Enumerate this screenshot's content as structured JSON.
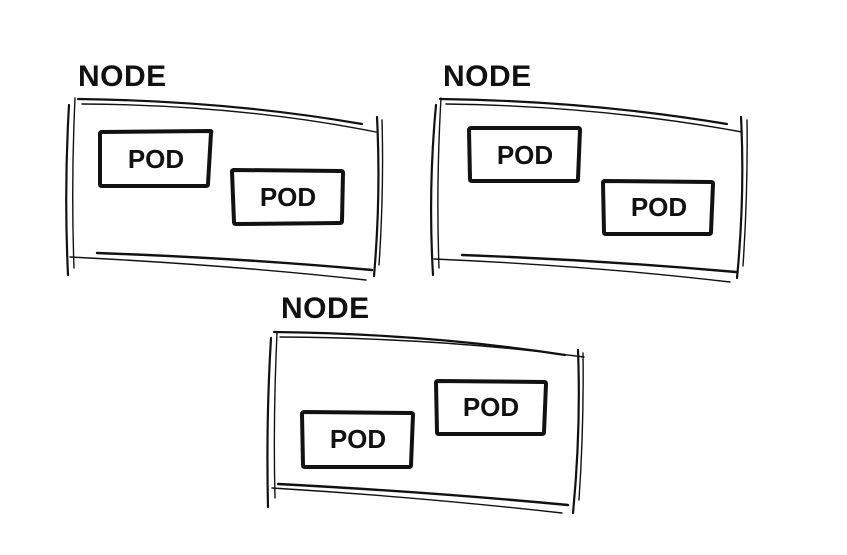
{
  "diagram": {
    "nodes": [
      {
        "label": "NODE",
        "pods": [
          {
            "label": "POD"
          },
          {
            "label": "POD"
          }
        ]
      },
      {
        "label": "NODE",
        "pods": [
          {
            "label": "POD"
          },
          {
            "label": "POD"
          }
        ]
      },
      {
        "label": "NODE",
        "pods": [
          {
            "label": "POD"
          },
          {
            "label": "POD"
          }
        ]
      }
    ]
  }
}
